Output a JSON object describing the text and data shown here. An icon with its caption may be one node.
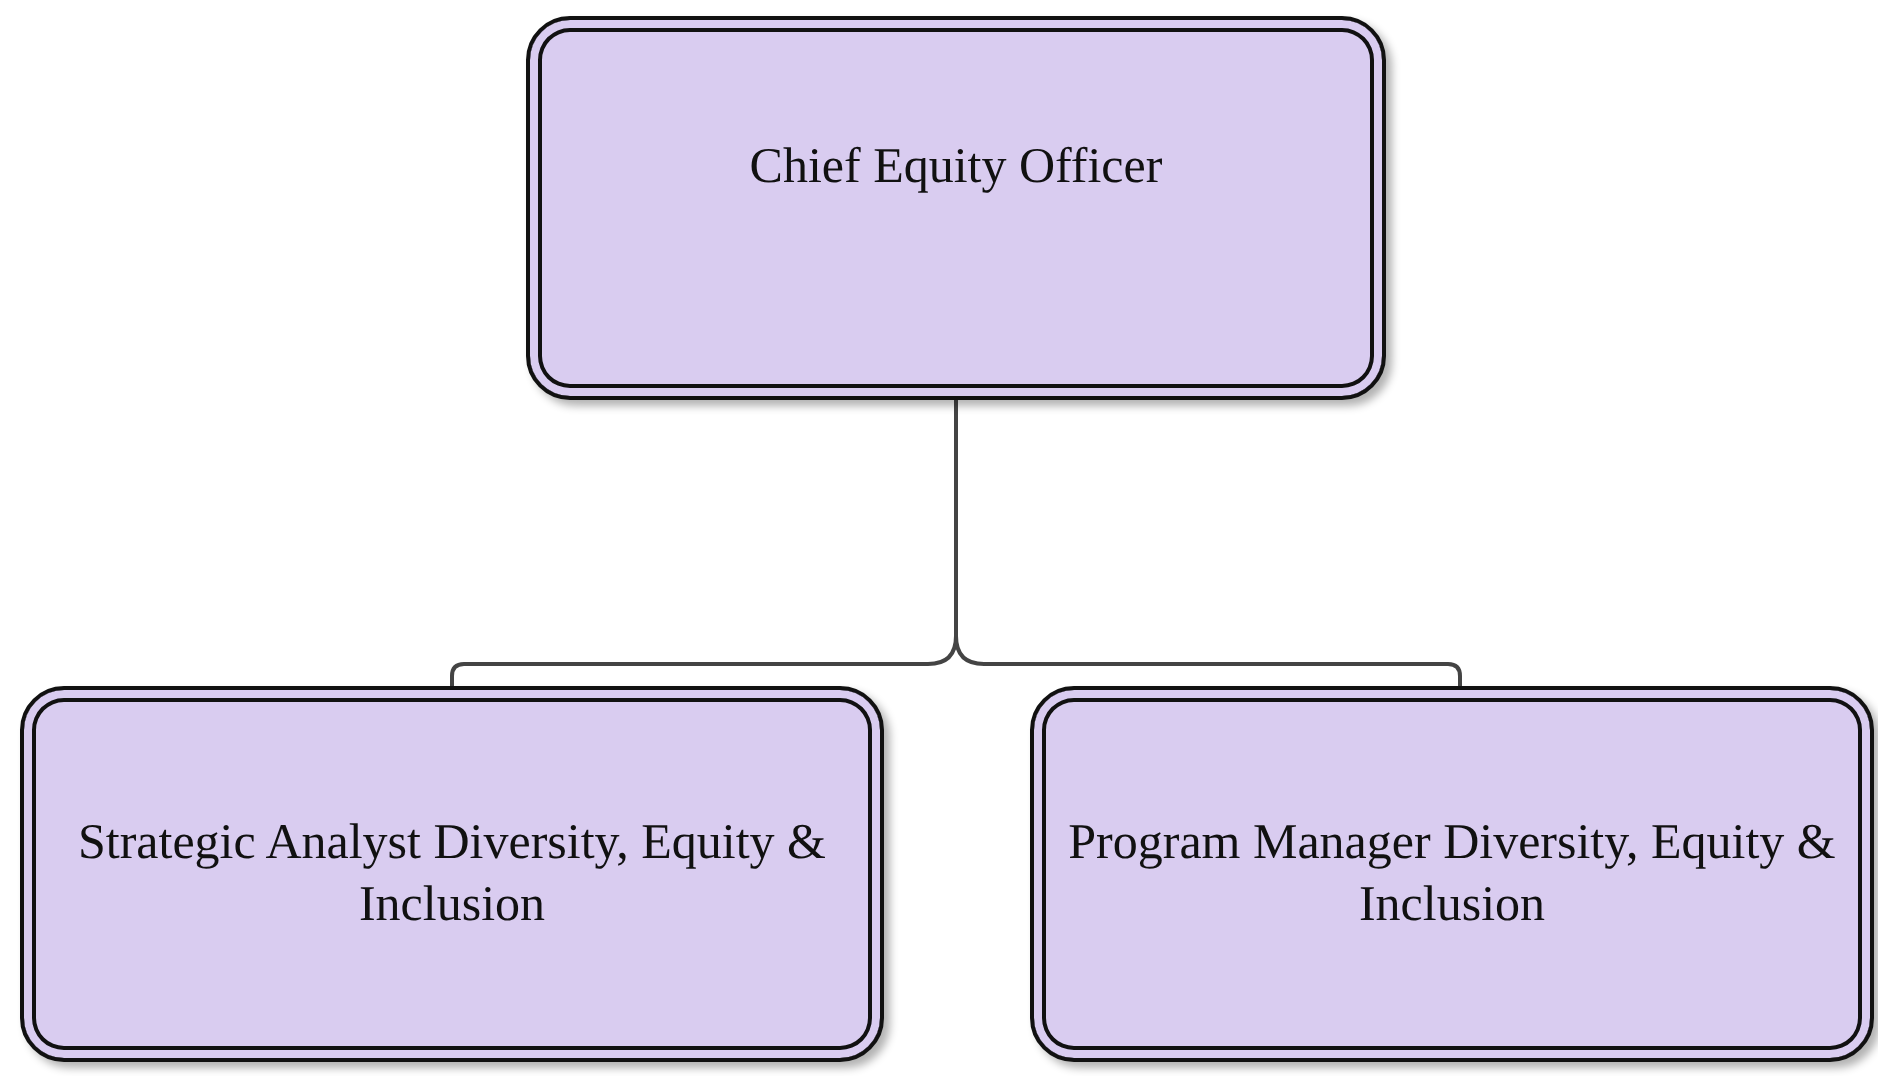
{
  "diagram": {
    "nodes": [
      {
        "text": [
          "Chief Equity Officer"
        ]
      },
      {
        "text": [
          "Strategic Analyst Diversity, Equity & Inclusion"
        ]
      },
      {
        "text": [
          "Program Manager Diversity, Equity & Inclusion"
        ]
      }
    ],
    "edges": [
      {
        "from": 0,
        "to": 1,
        "arrow": "none"
      },
      {
        "from": 0,
        "to": 2,
        "arrow": "none"
      }
    ]
  }
}
